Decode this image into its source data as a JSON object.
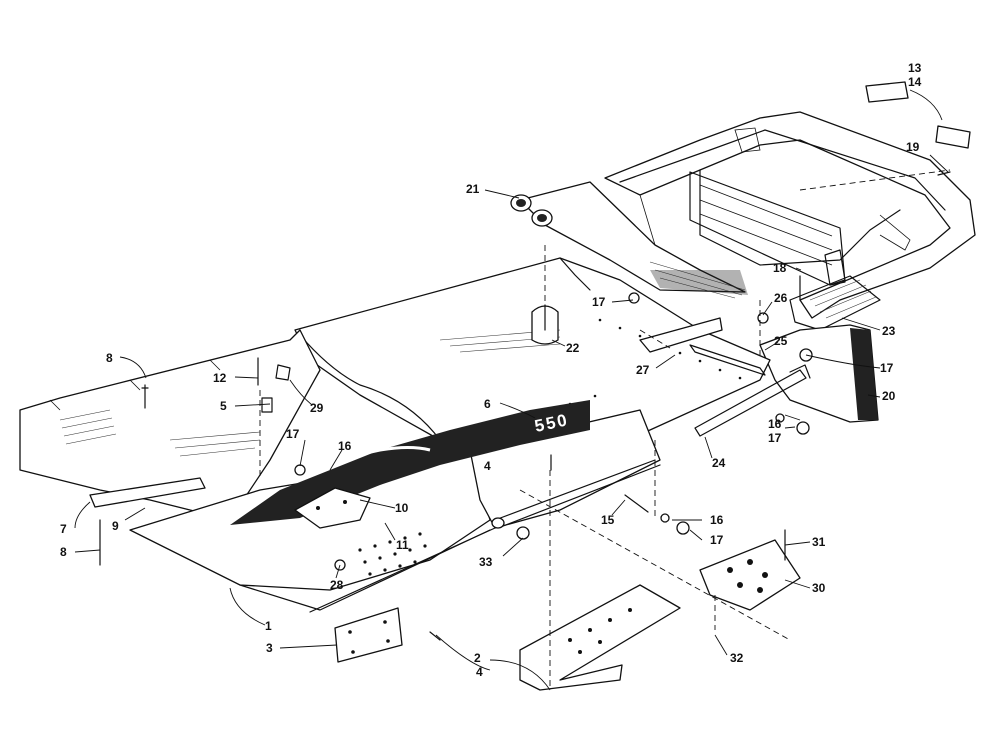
{
  "decal_text": "550",
  "callouts": [
    {
      "id": "c1",
      "label": "1"
    },
    {
      "id": "c2",
      "label": "2"
    },
    {
      "id": "c3",
      "label": "3"
    },
    {
      "id": "c4a",
      "label": "4"
    },
    {
      "id": "c4b",
      "label": "4"
    },
    {
      "id": "c5",
      "label": "5"
    },
    {
      "id": "c6",
      "label": "6"
    },
    {
      "id": "c7",
      "label": "7"
    },
    {
      "id": "c8a",
      "label": "8"
    },
    {
      "id": "c8b",
      "label": "8"
    },
    {
      "id": "c9",
      "label": "9"
    },
    {
      "id": "c10",
      "label": "10"
    },
    {
      "id": "c11",
      "label": "11"
    },
    {
      "id": "c12",
      "label": "12"
    },
    {
      "id": "c13",
      "label": "13"
    },
    {
      "id": "c14",
      "label": "14"
    },
    {
      "id": "c15",
      "label": "15"
    },
    {
      "id": "c16a",
      "label": "16"
    },
    {
      "id": "c16b",
      "label": "16"
    },
    {
      "id": "c16c",
      "label": "16"
    },
    {
      "id": "c17a",
      "label": "17"
    },
    {
      "id": "c17b",
      "label": "17"
    },
    {
      "id": "c17c",
      "label": "17"
    },
    {
      "id": "c17d",
      "label": "17"
    },
    {
      "id": "c17e",
      "label": "17"
    },
    {
      "id": "c18",
      "label": "18"
    },
    {
      "id": "c19",
      "label": "19"
    },
    {
      "id": "c20",
      "label": "20"
    },
    {
      "id": "c21",
      "label": "21"
    },
    {
      "id": "c22",
      "label": "22"
    },
    {
      "id": "c23",
      "label": "23"
    },
    {
      "id": "c24",
      "label": "24"
    },
    {
      "id": "c25",
      "label": "25"
    },
    {
      "id": "c26",
      "label": "26"
    },
    {
      "id": "c27",
      "label": "27"
    },
    {
      "id": "c28",
      "label": "28"
    },
    {
      "id": "c29",
      "label": "29"
    },
    {
      "id": "c30",
      "label": "30"
    },
    {
      "id": "c31",
      "label": "31"
    },
    {
      "id": "c32",
      "label": "32"
    },
    {
      "id": "c33",
      "label": "33"
    }
  ]
}
